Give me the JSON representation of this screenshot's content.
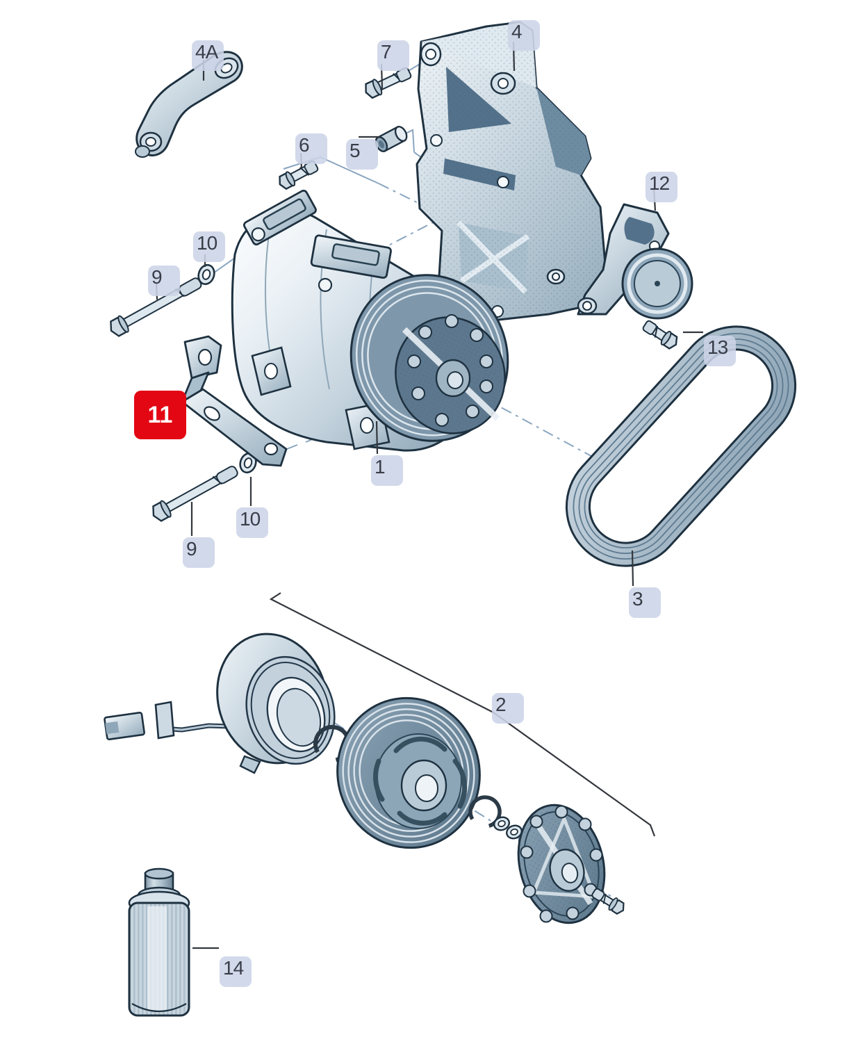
{
  "diagram": {
    "type": "exploded-parts-diagram",
    "depicts": "A/C compressor with mounting brackets, ribbed V-belt, magnetic clutch and refrigerant oil",
    "callouts": [
      {
        "ref": "4A",
        "highlighted": false
      },
      {
        "ref": "7",
        "highlighted": false
      },
      {
        "ref": "4",
        "highlighted": false
      },
      {
        "ref": "6",
        "highlighted": false
      },
      {
        "ref": "5",
        "highlighted": false
      },
      {
        "ref": "12",
        "highlighted": false
      },
      {
        "ref": "10",
        "highlighted": false
      },
      {
        "ref": "9",
        "highlighted": false
      },
      {
        "ref": "11",
        "highlighted": true
      },
      {
        "ref": "1",
        "highlighted": false
      },
      {
        "ref": "10",
        "highlighted": false
      },
      {
        "ref": "9",
        "highlighted": false
      },
      {
        "ref": "13",
        "highlighted": false
      },
      {
        "ref": "3",
        "highlighted": false
      },
      {
        "ref": "2",
        "highlighted": false
      },
      {
        "ref": "14",
        "highlighted": false
      }
    ],
    "colors": {
      "background": "#ffffff",
      "callout_bg": "#ccd4e7",
      "callout_text": "#383d48",
      "highlight_bg": "#e30613",
      "highlight_text": "#ffffff",
      "part_outline": "#1e3140",
      "metal_light": "#eef4f8",
      "metal_mid": "#b9cbd7",
      "metal_dark": "#7c97a9",
      "metal_deep": "#4e6b7f",
      "leader_line": "#33373d",
      "axis_line": "#8aa5c0"
    }
  }
}
